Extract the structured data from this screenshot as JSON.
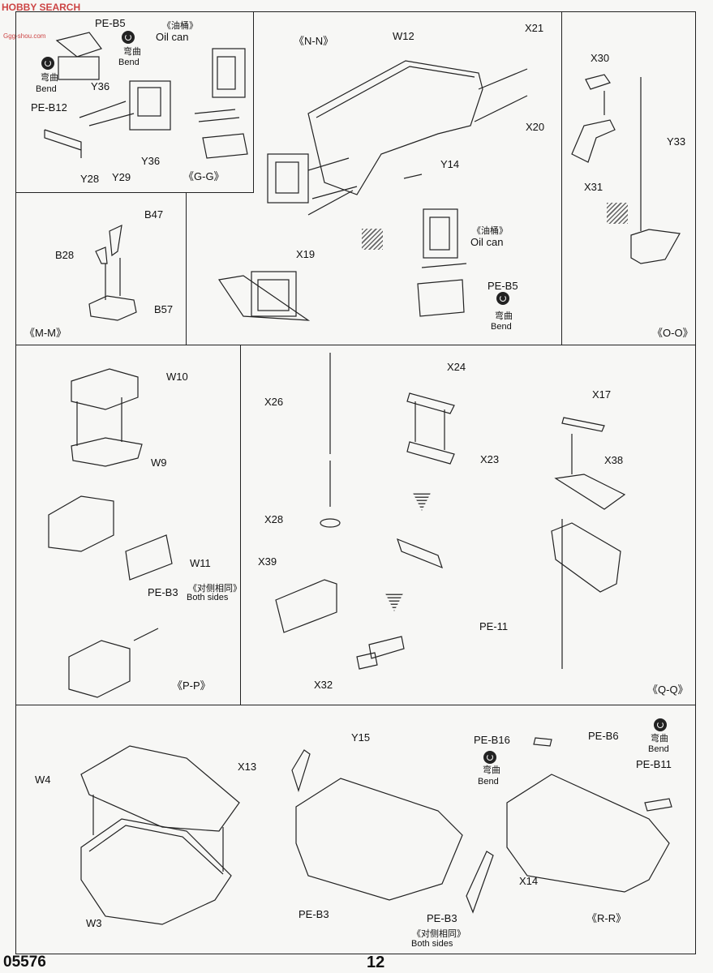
{
  "header": {
    "watermark": "HOBBY SEARCH",
    "watermark_site": "Ggg-shou.com"
  },
  "footer": {
    "kit_code": "05576",
    "page_number": "12"
  },
  "sections": {
    "gg": {
      "title": "《G-G》",
      "labels": {
        "pe_b5": "PE-B5",
        "bend_cn_1": "弯曲",
        "bend_en_1": "Bend",
        "bend_cn_2": "弯曲",
        "bend_en_2": "Bend",
        "oilcan_cn": "《油桶》",
        "oilcan_en": "Oil can",
        "y36a": "Y36",
        "pe_b12": "PE-B12",
        "y36b": "Y36",
        "y28": "Y28",
        "y29": "Y29"
      }
    },
    "nn": {
      "title": "《N-N》",
      "labels": {
        "w12": "W12",
        "x21": "X21",
        "x20": "X20",
        "y14": "Y14",
        "x19": "X19",
        "oilcan_cn": "《油桶》",
        "oilcan_en": "Oil can",
        "pe_b5": "PE-B5",
        "bend_cn": "弯曲",
        "bend_en": "Bend"
      }
    },
    "oo": {
      "title": "《O-O》",
      "labels": {
        "x30": "X30",
        "y33": "Y33",
        "x31": "X31"
      }
    },
    "mm": {
      "title": "《M-M》",
      "labels": {
        "b47": "B47",
        "b28": "B28",
        "b57": "B57"
      }
    },
    "pp": {
      "title": "《P-P》",
      "labels": {
        "w10": "W10",
        "w9": "W9",
        "w11": "W11",
        "pe_b3": "PE-B3",
        "both_cn": "《对侧相同》",
        "both_en": "Both sides"
      }
    },
    "qq": {
      "title": "《Q-Q》",
      "labels": {
        "x26": "X26",
        "x24": "X24",
        "x23": "X23",
        "x17": "X17",
        "x38": "X38",
        "x28": "X28",
        "x39": "X39",
        "pe_11": "PE-11",
        "x32": "X32"
      }
    },
    "rr": {
      "title": "《R-R》",
      "labels": {
        "w4": "W4",
        "w3": "W3",
        "y15": "Y15",
        "x13": "X13",
        "x14": "X14",
        "pe_b3a": "PE-B3",
        "pe_b3b": "PE-B3",
        "both_cn": "《对侧相同》",
        "both_en": "Both sides",
        "pe_b16": "PE-B16",
        "bend_cn_1": "弯曲",
        "bend_en_1": "Bend",
        "pe_b6": "PE-B6",
        "bend_cn_2": "弯曲",
        "bend_en_2": "Bend",
        "pe_b11": "PE-B11"
      }
    }
  }
}
